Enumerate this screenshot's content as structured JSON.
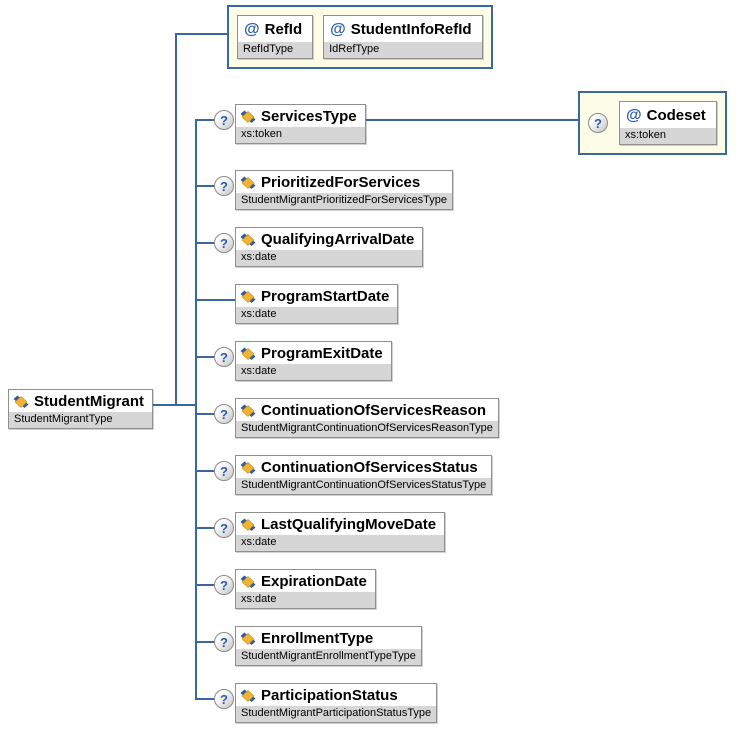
{
  "diagram_title": "StudentMigrant XML schema diagram",
  "colors": {
    "line_blue": "#39679E",
    "group_cream": "#FDFDE7",
    "type_gray": "#D6D6D6",
    "accent_blue": "#2A5CAA",
    "icon_yellow": "#F2B233"
  },
  "root": {
    "name": "StudentMigrant",
    "type": "StudentMigrantType"
  },
  "attribute_group": {
    "attributes": [
      {
        "at": "@",
        "name": "RefId",
        "type": "RefIdType"
      },
      {
        "at": "@",
        "name": "StudentInfoRefId",
        "type": "IdRefType"
      }
    ]
  },
  "children": [
    {
      "name": "ServicesType",
      "type": "xs:token",
      "optional_marker": "?"
    },
    {
      "name": "PrioritizedForServices",
      "type": "StudentMigrantPrioritizedForServicesType",
      "optional_marker": "?"
    },
    {
      "name": "QualifyingArrivalDate",
      "type": "xs:date",
      "optional_marker": "?"
    },
    {
      "name": "ProgramStartDate",
      "type": "xs:date"
    },
    {
      "name": "ProgramExitDate",
      "type": "xs:date",
      "optional_marker": "?"
    },
    {
      "name": "ContinuationOfServicesReason",
      "type": "StudentMigrantContinuationOfServicesReasonType",
      "optional_marker": "?"
    },
    {
      "name": "ContinuationOfServicesStatus",
      "type": "StudentMigrantContinuationOfServicesStatusType",
      "optional_marker": "?"
    },
    {
      "name": "LastQualifyingMoveDate",
      "type": "xs:date",
      "optional_marker": "?"
    },
    {
      "name": "ExpirationDate",
      "type": "xs:date",
      "optional_marker": "?"
    },
    {
      "name": "EnrollmentType",
      "type": "StudentMigrantEnrollmentTypeType",
      "optional_marker": "?"
    },
    {
      "name": "ParticipationStatus",
      "type": "StudentMigrantParticipationStatusType",
      "optional_marker": "?"
    }
  ],
  "codeset_attribute": {
    "at": "@",
    "name": "Codeset",
    "type": "xs:token",
    "optional_marker": "?"
  }
}
